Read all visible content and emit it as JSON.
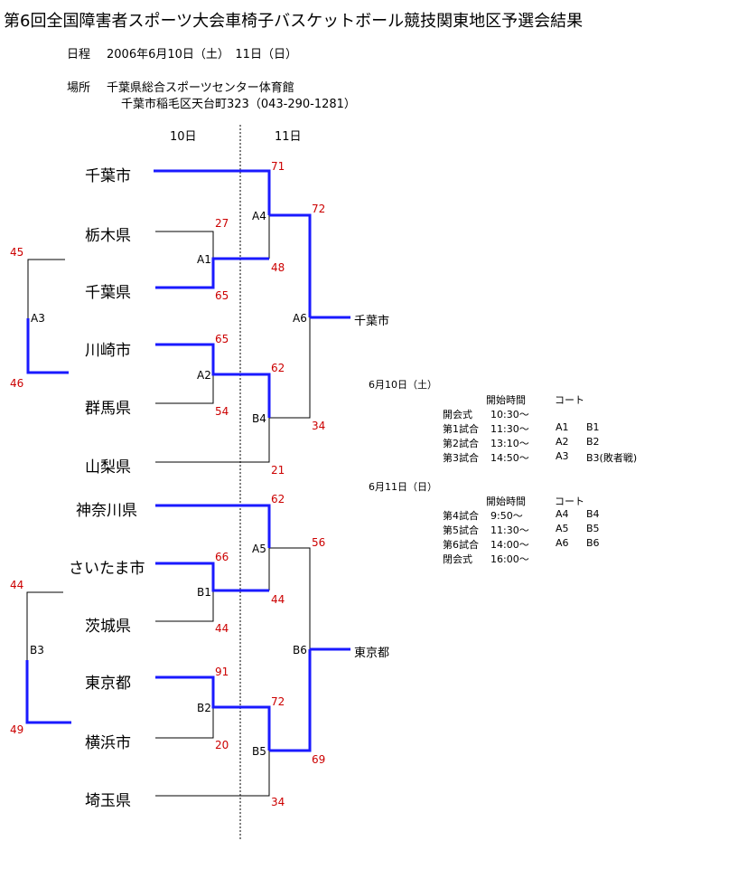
{
  "title": "第6回全国障害者スポーツ大会車椅子バスケットボール競技関東地区予選会結果",
  "schedule": {
    "label": "日程",
    "value": "2006年6月10日（土）　11日（日）"
  },
  "venue": {
    "label": "場所",
    "line1": "千葉県総合スポーツセンター体育館",
    "line2": "千葉市稲毛区天台町323（043-290-1281）"
  },
  "day_headers": [
    "10日",
    "11日"
  ],
  "teams": [
    "千葉市",
    "栃木県",
    "千葉県",
    "川崎市",
    "群馬県",
    "山梨県",
    "神奈川県",
    "さいたま市",
    "茨城県",
    "東京都",
    "横浜市",
    "埼玉県"
  ],
  "games": {
    "A1": {
      "label": "A1",
      "top": "27",
      "bottom": "65"
    },
    "A2": {
      "label": "A2",
      "top": "65",
      "bottom": "54"
    },
    "A3": {
      "label": "A3",
      "top": "45",
      "bottom": "46"
    },
    "A4": {
      "label": "A4",
      "top": "71",
      "bottom": "48"
    },
    "B4": {
      "label": "B4",
      "top": "62",
      "bottom": "21"
    },
    "A6": {
      "label": "A6",
      "top": "72",
      "bottom": "34",
      "winner": "千葉市"
    },
    "B1": {
      "label": "B1",
      "top": "66",
      "bottom": "44"
    },
    "B2": {
      "label": "B2",
      "top": "91",
      "bottom": "20"
    },
    "B3": {
      "label": "B3",
      "top": "44",
      "bottom": "49"
    },
    "A5": {
      "label": "A5",
      "top": "62",
      "bottom": "44"
    },
    "B5": {
      "label": "B5",
      "top": "72",
      "bottom": "34"
    },
    "B6": {
      "label": "B6",
      "top": "56",
      "bottom": "69",
      "winner": "東京都"
    }
  },
  "day1": {
    "date": "6月10日（土）",
    "col_time": "開始時間",
    "col_court": "コート",
    "rows": [
      {
        "name": "開会式",
        "time": "10:30～",
        "c1": "",
        "c2": ""
      },
      {
        "name": "第1試合",
        "time": "11:30～",
        "c1": "A1",
        "c2": "B1"
      },
      {
        "name": "第2試合",
        "time": "13:10～",
        "c1": "A2",
        "c2": "B2"
      },
      {
        "name": "第3試合",
        "time": "14:50～",
        "c1": "A3",
        "c2": "B3(敗者戦)"
      }
    ]
  },
  "day2": {
    "date": "6月11日（日）",
    "col_time": "開始時間",
    "col_court": "コート",
    "rows": [
      {
        "name": "第4試合",
        "time": "9:50～",
        "c1": "A4",
        "c2": "B4"
      },
      {
        "name": "第5試合",
        "time": "11:30～",
        "c1": "A5",
        "c2": "B5"
      },
      {
        "name": "第6試合",
        "time": "14:00～",
        "c1": "A6",
        "c2": "B6"
      },
      {
        "name": "閉会式",
        "time": "16:00～",
        "c1": "",
        "c2": ""
      }
    ]
  },
  "colors": {
    "win_line": "#1a1aff",
    "lose_line": "#000000",
    "score": "#cc0000"
  }
}
